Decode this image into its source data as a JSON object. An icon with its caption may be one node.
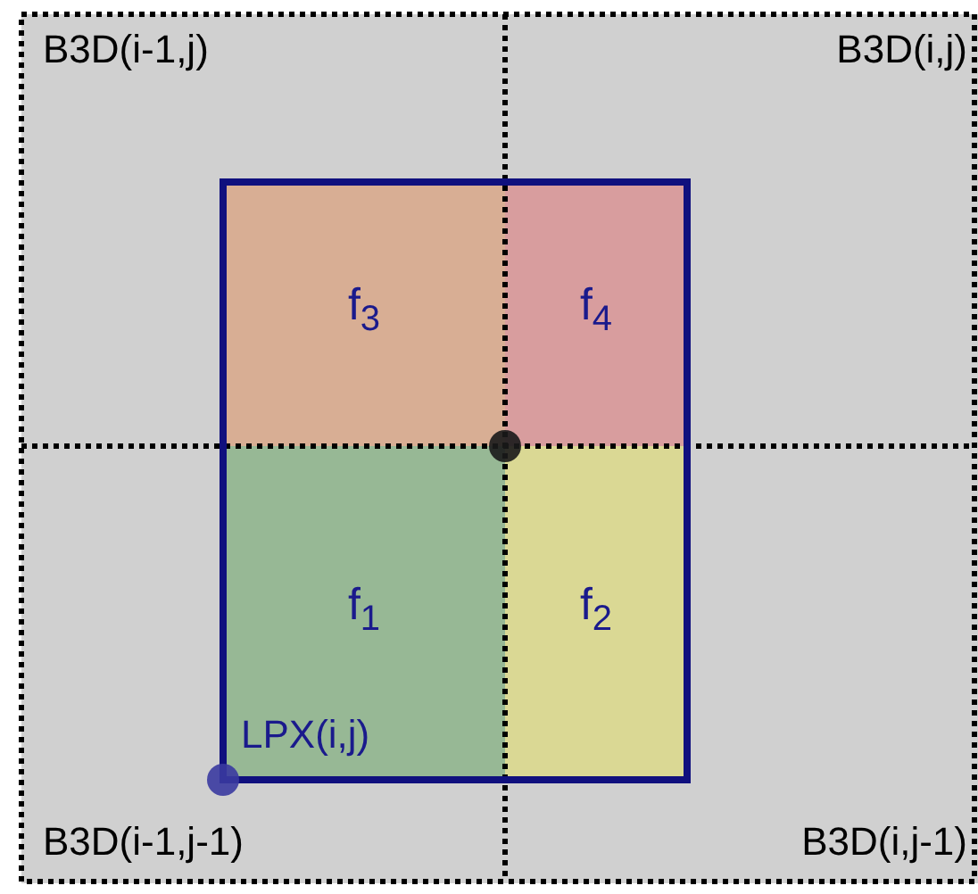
{
  "diagram": {
    "nodes": [
      {
        "text": [
          "B3D(i-1,j)"
        ]
      },
      {
        "text": [
          "B3D(i,j)"
        ]
      },
      {
        "text": [
          "B3D(i-1,j-1)"
        ]
      },
      {
        "text": [
          "B3D(i,j-1)"
        ]
      },
      {
        "text": [
          "f$_{3}$"
        ],
        "in": 0
      },
      {
        "text": [
          "f$_{4}$"
        ],
        "in": 1
      },
      {
        "text": [
          "f$_{1}$"
        ],
        "in": 2
      },
      {
        "text": [
          "f$_{2}$"
        ],
        "in": 3
      }
    ],
    "labels": [
      "LPX(i,j)"
    ]
  }
}
